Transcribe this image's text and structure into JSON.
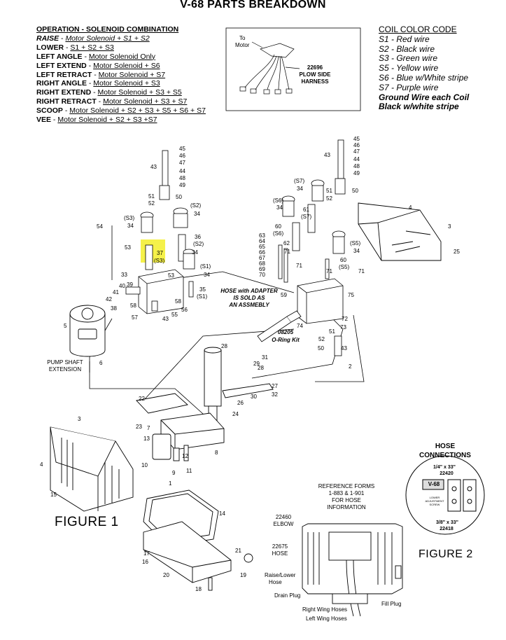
{
  "title": "V-68 PARTS BREAKDOWN",
  "operation": {
    "header": "OPERATION - SOLENOID COMBINATION",
    "rows": [
      {
        "name": "RAISE",
        "desc": "Motor Solenoid + S1 + S2",
        "italic": true
      },
      {
        "name": "LOWER",
        "desc": "S1 + S2 + S3",
        "italic": false
      },
      {
        "name": "LEFT ANGLE",
        "desc": "Motor Solenoid Only",
        "italic": false
      },
      {
        "name": "LEFT EXTEND",
        "desc": "Motor Solenoid + S6",
        "italic": false
      },
      {
        "name": "LEFT RETRACT",
        "desc": "Motor Solenoid + S7",
        "italic": false
      },
      {
        "name": "RIGHT ANGLE",
        "desc": "Motor Solenoid + S3",
        "italic": false
      },
      {
        "name": "RIGHT EXTEND",
        "desc": "Motor Solenoid + S3 + S5",
        "italic": false
      },
      {
        "name": "RIGHT RETRACT",
        "desc": "Motor Solenoid + S3 + S7",
        "italic": false
      },
      {
        "name": "SCOOP",
        "desc": "Motor Solenoid + S2 + S3 + S5 + S6 + S7",
        "italic": false
      },
      {
        "name": "VEE",
        "desc": "Motor Solenoid + S2 + S3 +S7",
        "italic": false
      }
    ]
  },
  "coil_code": {
    "header": "COIL COLOR CODE",
    "rows": [
      "S1 - Red wire",
      "S2 - Black wire",
      "S3 - Green wire",
      "S5 - Yellow wire",
      "S6 - Blue w/White stripe",
      "S7 - Purple wire"
    ],
    "note1": "Ground Wire each Coil",
    "note2": "Black w/white stripe"
  },
  "harness": {
    "to_motor": "To\nMotor",
    "part": "22696",
    "line2": "PLOW SIDE",
    "line3": "HARNESS"
  },
  "hose_adapter": {
    "line1": "HOSE with ADAPTER",
    "line2": "IS SOLD AS",
    "line3": "AN ASSMEBLY"
  },
  "oring": {
    "part": "08205",
    "label": "O-Ring Kit"
  },
  "pump_shaft": {
    "line1": "PUMP SHAFT",
    "line2": "EXTENSION"
  },
  "figure1": "FIGURE 1",
  "figure2": "FIGURE 2",
  "hose_connections": {
    "line1": "HOSE",
    "line2": "CONNECTIONS",
    "size1": "1/4\" x 33\"",
    "part1": "22420",
    "size2": "3/8\" x 33\"",
    "part2": "22418",
    "badge": "V-68",
    "lower_adj": "LOWER ADJUSTMENT SCREW"
  },
  "reference": {
    "l1": "REFERENCE FORMS",
    "l2": "1-883 & 1-901",
    "l3": "FOR HOSE",
    "l4": "INFORMATION"
  },
  "fig2_labels": {
    "elbow_part": "22460",
    "elbow": "ELBOW",
    "hose_part": "22675",
    "hose": "HOSE",
    "raise_lower1": "Raise/Lower",
    "raise_lower2": "Hose",
    "drain": "Drain Plug",
    "right_wing": "Right Wing Hoses",
    "left_wing": "Left Wing Hoses",
    "fill": "Fill Plug"
  },
  "callouts": [
    {
      "t": "45"
    },
    {
      "t": "46"
    },
    {
      "t": "47"
    },
    {
      "t": "43"
    },
    {
      "t": "44"
    },
    {
      "t": "48"
    },
    {
      "t": "49"
    },
    {
      "t": "51"
    },
    {
      "t": "50"
    },
    {
      "t": "52"
    },
    {
      "t": "(S2)"
    },
    {
      "t": "34"
    },
    {
      "t": "(S3)"
    },
    {
      "t": "34"
    },
    {
      "t": "54"
    },
    {
      "t": "36"
    },
    {
      "t": "(S2)"
    },
    {
      "t": "53"
    },
    {
      "t": "37"
    },
    {
      "t": "(S3)"
    },
    {
      "t": "34"
    },
    {
      "t": "(S1)"
    },
    {
      "t": "34"
    },
    {
      "t": "33"
    },
    {
      "t": "53"
    },
    {
      "t": "35"
    },
    {
      "t": "(S1)"
    },
    {
      "t": "40"
    },
    {
      "t": "39"
    },
    {
      "t": "41"
    },
    {
      "t": "42"
    },
    {
      "t": "38"
    },
    {
      "t": "58"
    },
    {
      "t": "58"
    },
    {
      "t": "56"
    },
    {
      "t": "55"
    },
    {
      "t": "57"
    },
    {
      "t": "43"
    },
    {
      "t": "5"
    },
    {
      "t": "6"
    },
    {
      "t": "45"
    },
    {
      "t": "46"
    },
    {
      "t": "47"
    },
    {
      "t": "43"
    },
    {
      "t": "44"
    },
    {
      "t": "48"
    },
    {
      "t": "49"
    },
    {
      "t": "(S7)"
    },
    {
      "t": "34"
    },
    {
      "t": "50"
    },
    {
      "t": "51"
    },
    {
      "t": "52"
    },
    {
      "t": "(S6)"
    },
    {
      "t": "34"
    },
    {
      "t": "61"
    },
    {
      "t": "(S7)"
    },
    {
      "t": "60"
    },
    {
      "t": "(S6)"
    },
    {
      "t": "63"
    },
    {
      "t": "64"
    },
    {
      "t": "65"
    },
    {
      "t": "66"
    },
    {
      "t": "67"
    },
    {
      "t": "68"
    },
    {
      "t": "69"
    },
    {
      "t": "70"
    },
    {
      "t": "62"
    },
    {
      "t": "71"
    },
    {
      "t": "(S5)"
    },
    {
      "t": "34"
    },
    {
      "t": "60"
    },
    {
      "t": "(S5)"
    },
    {
      "t": "71"
    },
    {
      "t": "71"
    },
    {
      "t": "71"
    },
    {
      "t": "59"
    },
    {
      "t": "75"
    },
    {
      "t": "72"
    },
    {
      "t": "74"
    },
    {
      "t": "73"
    },
    {
      "t": "51"
    },
    {
      "t": "52"
    },
    {
      "t": "50"
    },
    {
      "t": "43"
    },
    {
      "t": "2"
    },
    {
      "t": "4"
    },
    {
      "t": "3"
    },
    {
      "t": "25"
    },
    {
      "t": "28"
    },
    {
      "t": "29"
    },
    {
      "t": "31"
    },
    {
      "t": "28"
    },
    {
      "t": "27"
    },
    {
      "t": "32"
    },
    {
      "t": "30"
    },
    {
      "t": "26"
    },
    {
      "t": "24"
    },
    {
      "t": "22"
    },
    {
      "t": "23"
    },
    {
      "t": "8"
    },
    {
      "t": "7"
    },
    {
      "t": "13"
    },
    {
      "t": "12"
    },
    {
      "t": "11"
    },
    {
      "t": "9"
    },
    {
      "t": "10"
    },
    {
      "t": "1"
    },
    {
      "t": "3"
    },
    {
      "t": "4"
    },
    {
      "t": "15"
    },
    {
      "t": "14"
    },
    {
      "t": "17"
    },
    {
      "t": "16"
    },
    {
      "t": "20"
    },
    {
      "t": "21"
    },
    {
      "t": "19"
    },
    {
      "t": "18"
    }
  ]
}
